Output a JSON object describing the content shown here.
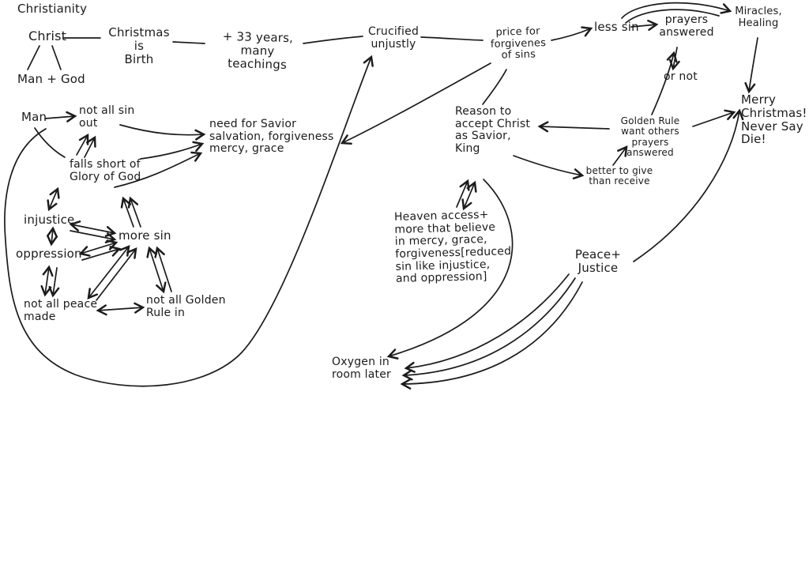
{
  "title": "Christianity",
  "ink_color": "#1b1b1b",
  "nodes": {
    "christianity": "Christianity",
    "christ": "Christ",
    "man_god": "Man + God",
    "christmas_birth": "Christmas is\nBirth",
    "years_teachings": "+ 33 years, many\nteachings",
    "crucified": "Crucified\nunjustly",
    "price_forgiveness": "price for\nforgivenes\nof sins",
    "less_sin": "less sin",
    "prayers_answered": "prayers\nanswered",
    "miracles_healing": "Miracles,\nHealing",
    "or_not": "or not",
    "man": "Man",
    "not_all_sin": "not all sin\nout",
    "need_savior": "need for Savior\nsalvation, forgiveness\nmercy, grace",
    "reason_accept": "Reason to\naccept Christ\nas Savior,\nKing",
    "golden_rule": "Golden Rule\nwant others\nprayers answered",
    "merry_christmas": "Merry\nChristmas!\nNever Say\nDie!",
    "falls_short": "falls short of\nGlory of God",
    "better_give": "better to give\nthan receive",
    "injustice": "injustice",
    "more_sin": "more sin",
    "oppression": "oppression",
    "heaven_access": "Heaven access+\nmore that believe\nin mercy, grace,\nforgiveness[reduced\nsin like injustice,\nand oppression]",
    "peace_justice": "Peace+\nJustice",
    "not_all_peace": "not all peace\nmade",
    "not_all_golden": "not all Golden\nRule in",
    "oxygen": "Oxygen in\nroom later"
  }
}
